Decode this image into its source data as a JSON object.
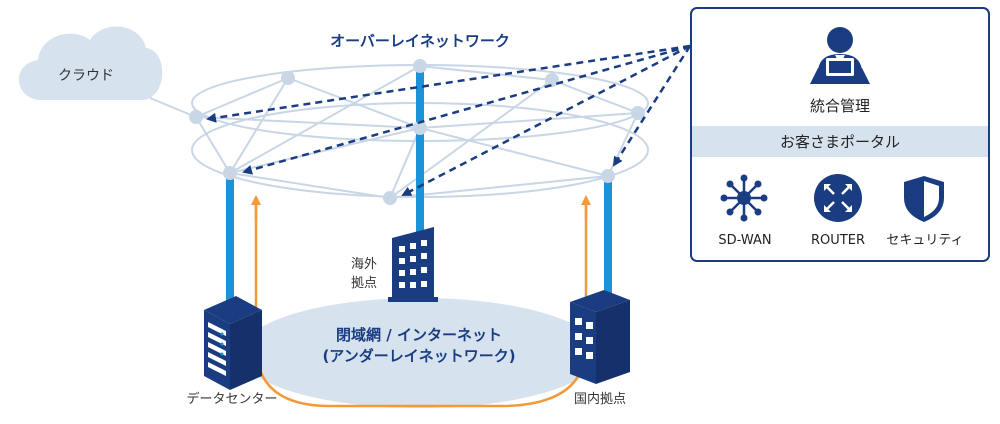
{
  "overlay": {
    "title": "オーバーレイネットワーク"
  },
  "cloud": {
    "label": "クラウド"
  },
  "underlay": {
    "line1": "閉域網 / インターネット",
    "line2": "(アンダーレイネットワーク)"
  },
  "sites": {
    "datacenter": "データセンター",
    "overseas_line1": "海外",
    "overseas_line2": "拠点",
    "domestic": "国内拠点"
  },
  "panel": {
    "title": "統合管理",
    "portal": "お客さまポータル",
    "items": [
      {
        "label": "SD-WAN",
        "icon": "sd-wan-icon"
      },
      {
        "label": "ROUTER",
        "icon": "router-icon"
      },
      {
        "label": "セキュリティ",
        "icon": "security-shield-icon"
      }
    ]
  },
  "colors": {
    "navy": "#1a3d82",
    "blue": "#1a93d8",
    "light": "#d7e2ef",
    "node": "#c9d6e6",
    "orange": "#f29a3a"
  }
}
